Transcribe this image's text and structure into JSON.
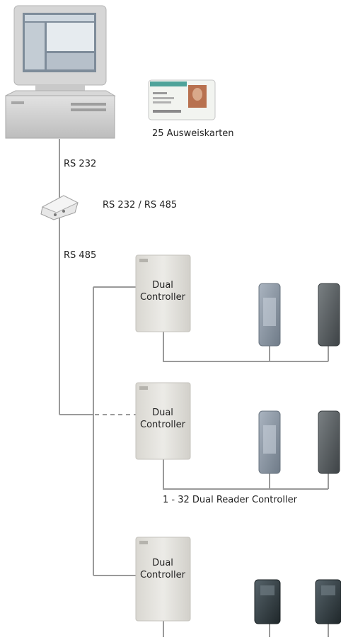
{
  "labels": {
    "cards": "25 Ausweiskarten",
    "rs232": "RS 232",
    "converter": "RS 232 / RS 485",
    "rs485": "RS 485",
    "range": "1 - 32 Dual Reader Controller"
  },
  "controllers": [
    {
      "line1": "Dual",
      "line2": "Controller"
    },
    {
      "line1": "Dual",
      "line2": "Controller"
    },
    {
      "line1": "Dual",
      "line2": "Controller"
    }
  ],
  "colors": {
    "wire": "#9a9a9a",
    "cabinet": "#e6e4df",
    "monitor": "#d8d8d8",
    "screen": "#7e8c9a",
    "reader_light": "#8e9aa8",
    "reader_dark": "#4f5558",
    "reader_black": "#2f3a3d"
  }
}
